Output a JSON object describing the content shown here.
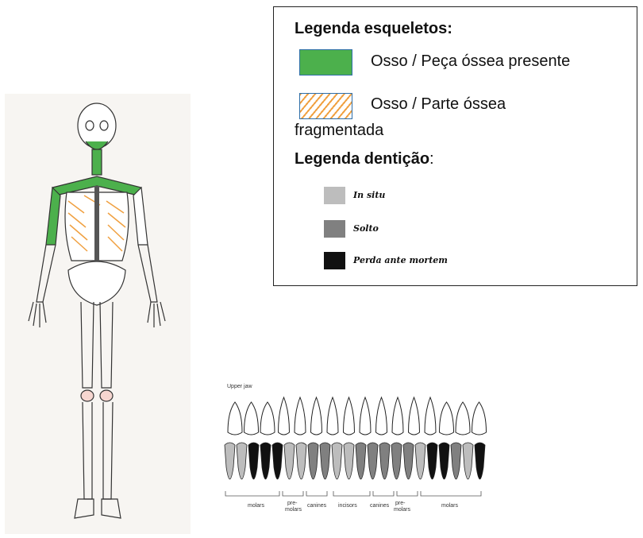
{
  "legend": {
    "skeleton_title": "Legenda esqueletos:",
    "present_label": "Osso / Peça óssea presente",
    "fragmented_label_line1": "Osso / Parte óssea",
    "fragmented_label_line2": "fragmentada",
    "dentition_title": "Legenda dentição",
    "dentition_title_colon": ":",
    "in_situ": "In situ",
    "solto": "Solto",
    "perda": "Perda ante mortem",
    "colors": {
      "present": "#4cb04c",
      "fragmented_hatch": "#f0a040",
      "in_situ": "#bdbdbd",
      "solto": "#808080",
      "perda": "#111111"
    }
  },
  "dental": {
    "upper_jaw_label": "Upper jaw",
    "groups": [
      "molars",
      "pre-\nmolars",
      "canines",
      "incisors",
      "canines",
      "pre-\nmolars",
      "molars"
    ],
    "group_molars": "molars",
    "group_pre": "pre-",
    "group_molars2": "molars",
    "group_canines": "canines",
    "group_incisors": "incisors",
    "lower_states": [
      "in_situ",
      "in_situ",
      "perda",
      "perda",
      "perda",
      "in_situ",
      "in_situ",
      "solto",
      "solto",
      "in_situ",
      "in_situ",
      "solto",
      "solto",
      "solto",
      "solto",
      "solto",
      "in_situ",
      "perda",
      "perda",
      "solto",
      "in_situ",
      "perda"
    ]
  }
}
